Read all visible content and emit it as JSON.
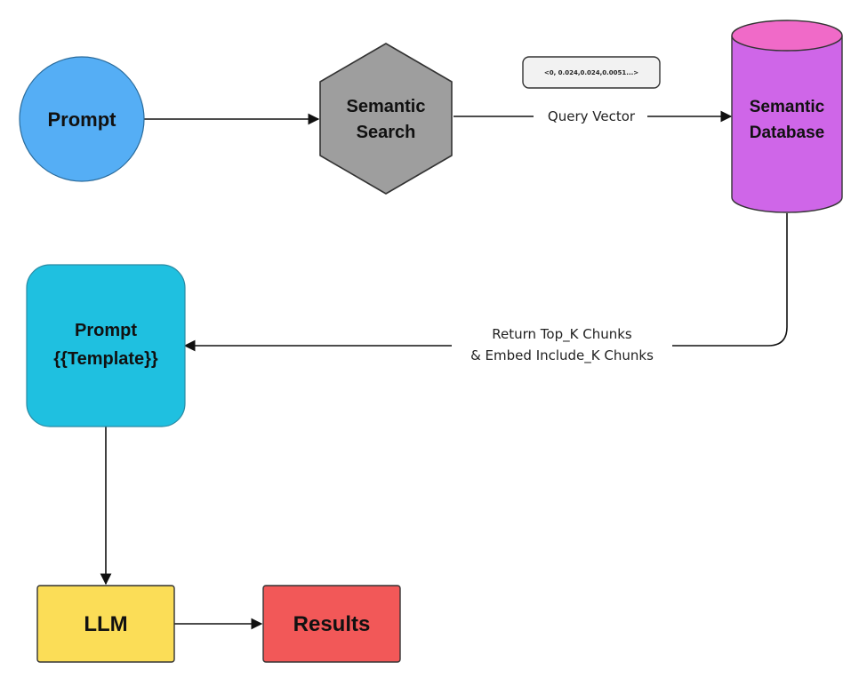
{
  "nodes": {
    "prompt": {
      "label": "Prompt",
      "color": "#55aef5"
    },
    "semantic_search": {
      "line1": "Semantic",
      "line2": "Search",
      "color": "#9e9e9e"
    },
    "semantic_database": {
      "line1": "Semantic",
      "line2": "Database",
      "color": "#cf66e8",
      "top_color": "#f06ac8"
    },
    "prompt_template": {
      "line1": "Prompt",
      "line2": "{{Template}}",
      "color": "#1fc0e0"
    },
    "llm": {
      "label": "LLM",
      "color": "#fbdd57"
    },
    "results": {
      "label": "Results",
      "color": "#f25858"
    }
  },
  "edges": {
    "query_vector": {
      "label": "Query Vector"
    },
    "return_chunks": {
      "line1": "Return Top_K Chunks",
      "line2": "& Embed Include_K Chunks"
    }
  },
  "vector_sample": "<0, 0.024,0.024,0.0051...>"
}
